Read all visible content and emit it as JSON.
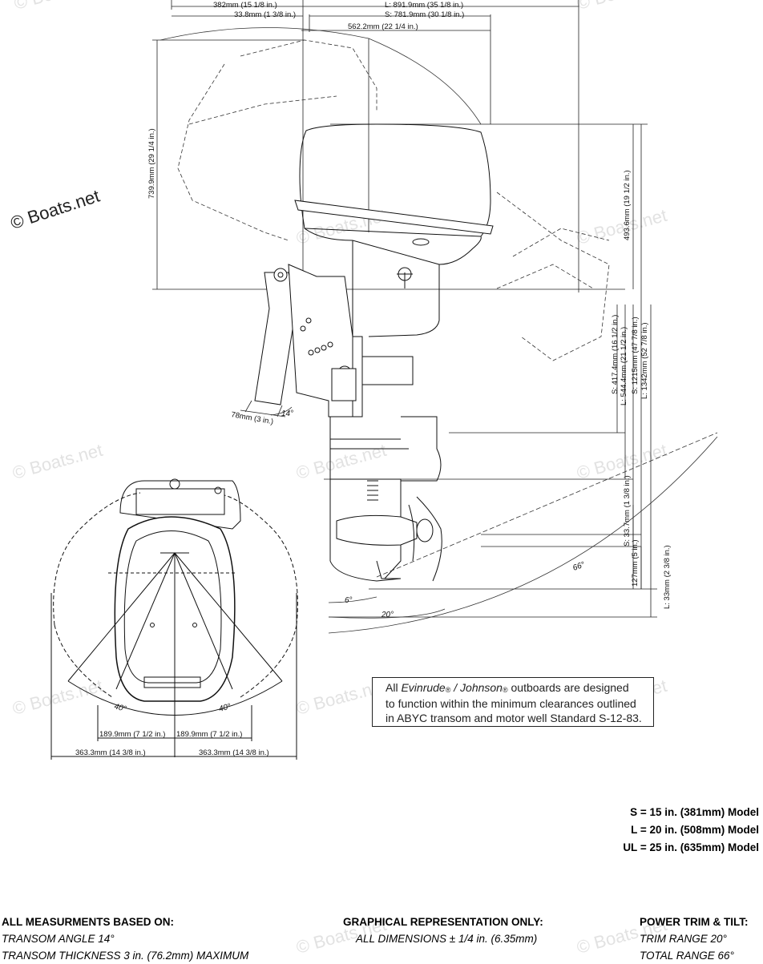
{
  "watermark": {
    "main": "© Boats.net",
    "faint": "© Boats.net"
  },
  "dimensions": {
    "top_382": "382mm (15 1/8 in.)",
    "top_338": "33.8mm (1 3/8 in.)",
    "top_L8919": "L: 891.9mm (35 1/8 in.)",
    "top_S7819": "S: 781.9mm (30 1/8 in.)",
    "top_5622": "562.2mm (22 1/4 in.)",
    "left_7399": "739.9mm (29 1/4 in.)",
    "right_4936": "493.6mm (19 1/2 in.)",
    "right_S4174": "S: 417.4mm (16 1/2 in.)",
    "right_L5444": "L: 544.4mm (21 1/2 in.)",
    "right_S1215": "S: 1215mm (47 7/8 in.)",
    "right_L1342": "L: 1342mm (52 7/8 in.)",
    "right_337": "S: 33.7mm (1 3/8 in.)",
    "right_127": "127mm (5 in.)",
    "right_L33": "L: 33mm (2 3/8 in.)",
    "clamp_78": "78mm (3 in.)",
    "angle_14": "14°",
    "angle_6": "6°",
    "angle_20": "20°",
    "angle_66": "66°",
    "angle_40_left": "40°",
    "angle_40_right": "40°",
    "bottom_1899_left": "189.9mm (7 1/2 in.)",
    "bottom_1899_right": "189.9mm (7 1/2 in.)",
    "bottom_3633_left": "363.3mm (14 3/8 in.)",
    "bottom_3633_right": "363.3mm (14 3/8 in.)"
  },
  "notice": {
    "prefix": "All ",
    "brand1": "Evinrude",
    "reg1": "®",
    "slash": " / ",
    "brand2": "Johnson",
    "reg2": "®",
    "rest1": " outboards are designed",
    "line2": "to function within the minimum clearances outlined",
    "line3": "in ABYC transom and motor well Standard S-12-83."
  },
  "models": [
    "S = 15 in. (381mm) Model",
    "L = 20 in. (508mm) Model",
    "UL = 25 in. (635mm) Model"
  ],
  "footer": {
    "left_heading": "ALL MEASURMENTS BASED ON:",
    "left_line1": "TRANSOM ANGLE 14°",
    "left_line2": "TRANSOM THICKNESS 3 in. (76.2mm) MAXIMUM",
    "mid_heading": "GRAPHICAL REPRESENTATION ONLY:",
    "mid_line1": "ALL DIMENSIONS ± 1/4 in. (6.35mm)",
    "right_heading": "POWER TRIM & TILT:",
    "right_line1": "TRIM RANGE 20°",
    "right_line2": "TOTAL RANGE 66°"
  }
}
